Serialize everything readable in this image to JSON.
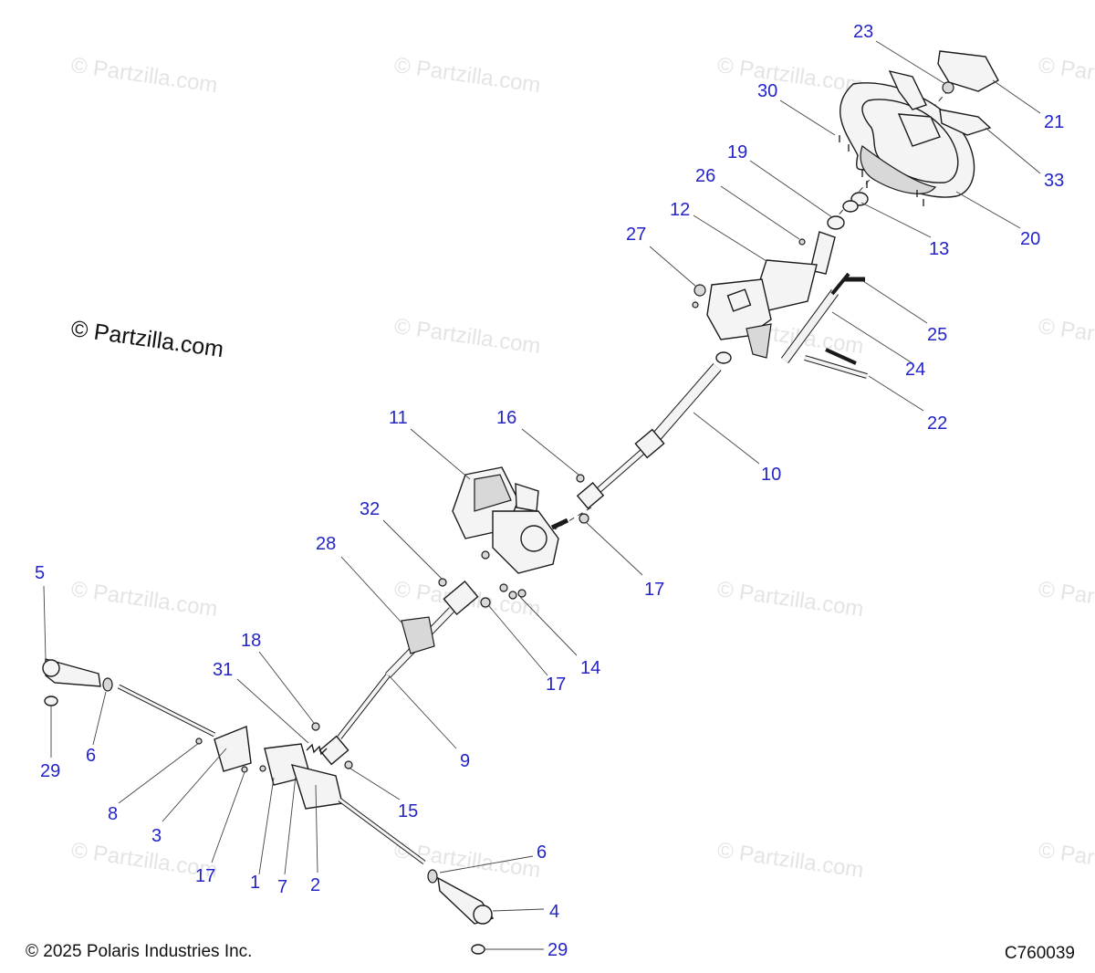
{
  "watermark": "© Partzilla.com",
  "brand_text": "© Partzilla.com",
  "copyright": "© 2025 Polaris Industries Inc.",
  "diagram_code": "C760039",
  "callouts": {
    "c1": "1",
    "c2": "2",
    "c3": "3",
    "c4": "4",
    "c5": "5",
    "c6a": "6",
    "c6b": "6",
    "c7": "7",
    "c8": "8",
    "c9": "9",
    "c10": "10",
    "c11": "11",
    "c12": "12",
    "c13": "13",
    "c14": "14",
    "c15": "15",
    "c16": "16",
    "c17a": "17",
    "c17b": "17",
    "c17c": "17",
    "c18": "18",
    "c19": "19",
    "c20": "20",
    "c21": "21",
    "c22": "22",
    "c23": "23",
    "c24": "24",
    "c25": "25",
    "c26": "26",
    "c27": "27",
    "c28": "28",
    "c29a": "29",
    "c29b": "29",
    "c30": "30",
    "c31": "31",
    "c32": "32",
    "c33": "33"
  },
  "colors": {
    "callout": "#2424c8",
    "line": "#1a1a1a",
    "watermark": "#e4e4e4"
  }
}
